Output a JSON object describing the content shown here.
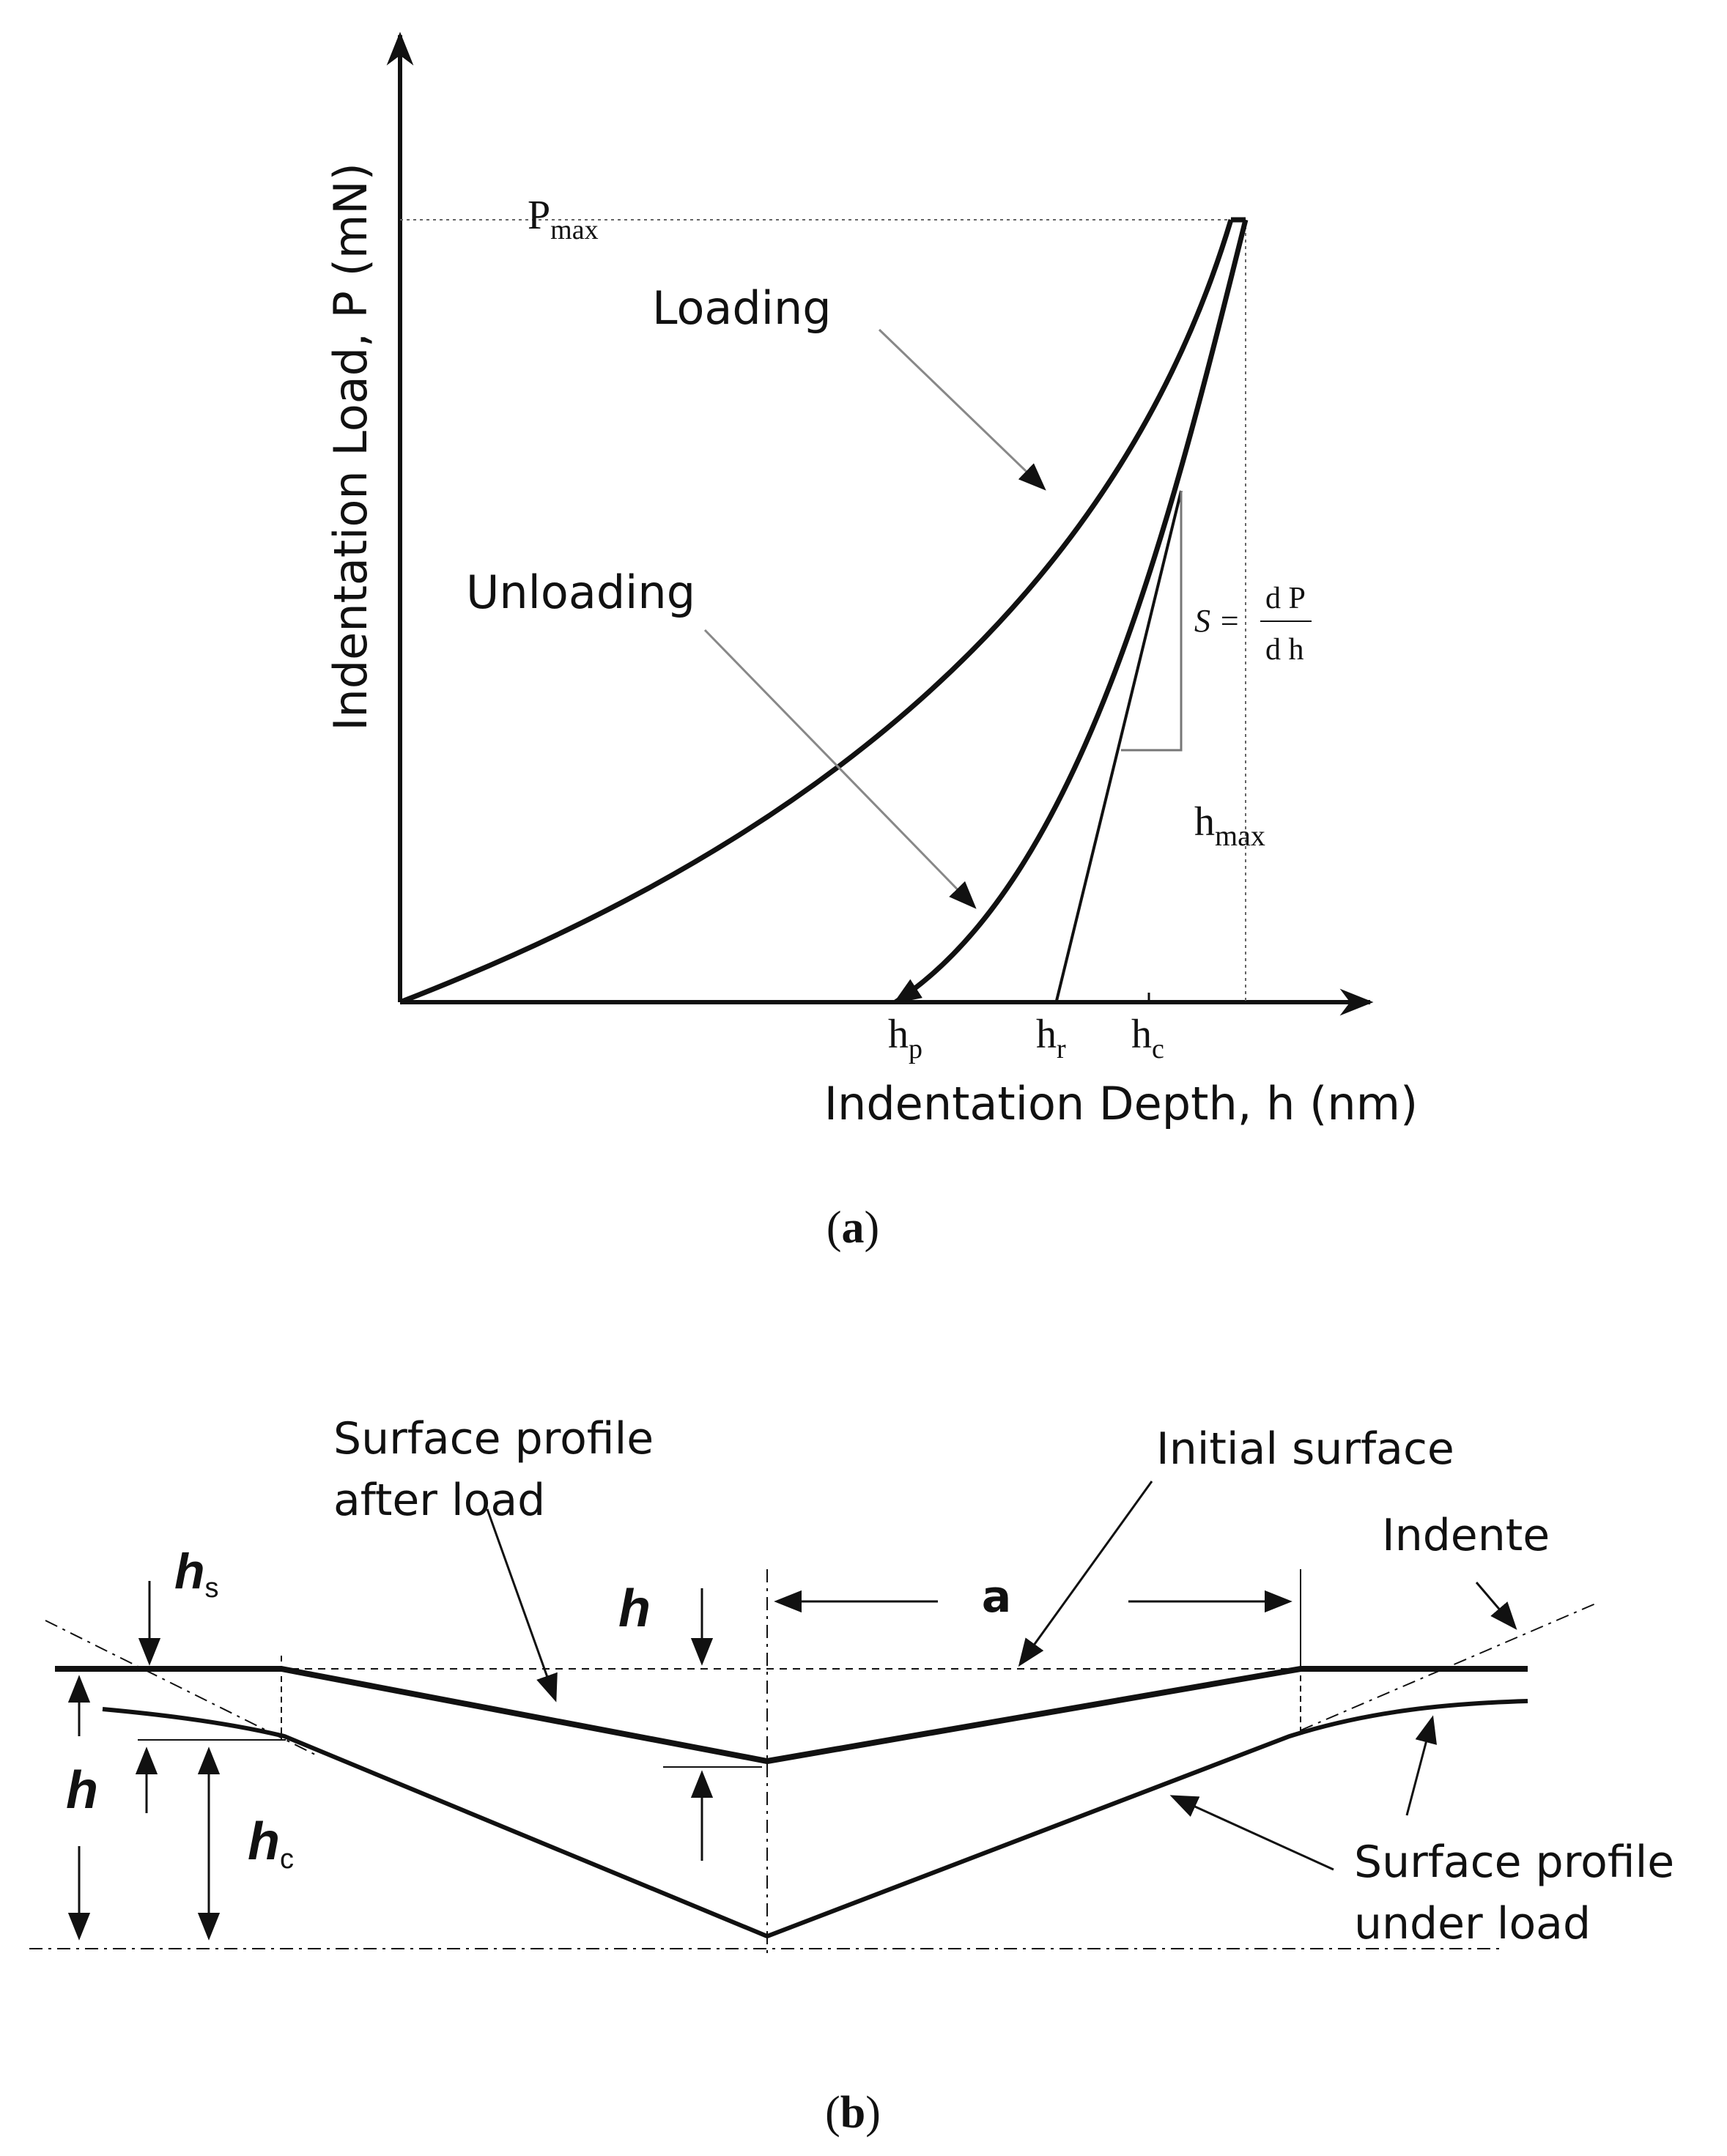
{
  "panel_a": {
    "y_axis_label": "Indentation Load, P (mN)",
    "x_axis_label": "Indentation Depth, h (nm)",
    "pmax_main": "P",
    "pmax_sub": "max",
    "loading_label": "Loading",
    "unloading_label": "Unloading",
    "stiffness_S": "S =",
    "stiffness_num": "d P",
    "stiffness_den": "d h",
    "hmax_main": "h",
    "hmax_sub": "max",
    "hp_main": "h",
    "hp_sub": "p",
    "hr_main": "h",
    "hr_sub": "r",
    "hc_main": "h",
    "hc_sub": "c",
    "caption_open": "(",
    "caption_letter": "a",
    "caption_close": ")"
  },
  "panel_b": {
    "surface_after_load_line1": "Surface profile",
    "surface_after_load_line2": "after load",
    "initial_surface": "Initial surface",
    "indenter": "Indente",
    "a_label": "a",
    "h_center_label": "h",
    "hs_main": "h",
    "hs_sub": "s",
    "h_left_label": "h",
    "hc_main": "h",
    "hc_sub": "c",
    "surface_under_load_line1": "Surface profile",
    "surface_under_load_line2": "under load",
    "caption_open": "(",
    "caption_letter": "b",
    "caption_close": ")"
  }
}
